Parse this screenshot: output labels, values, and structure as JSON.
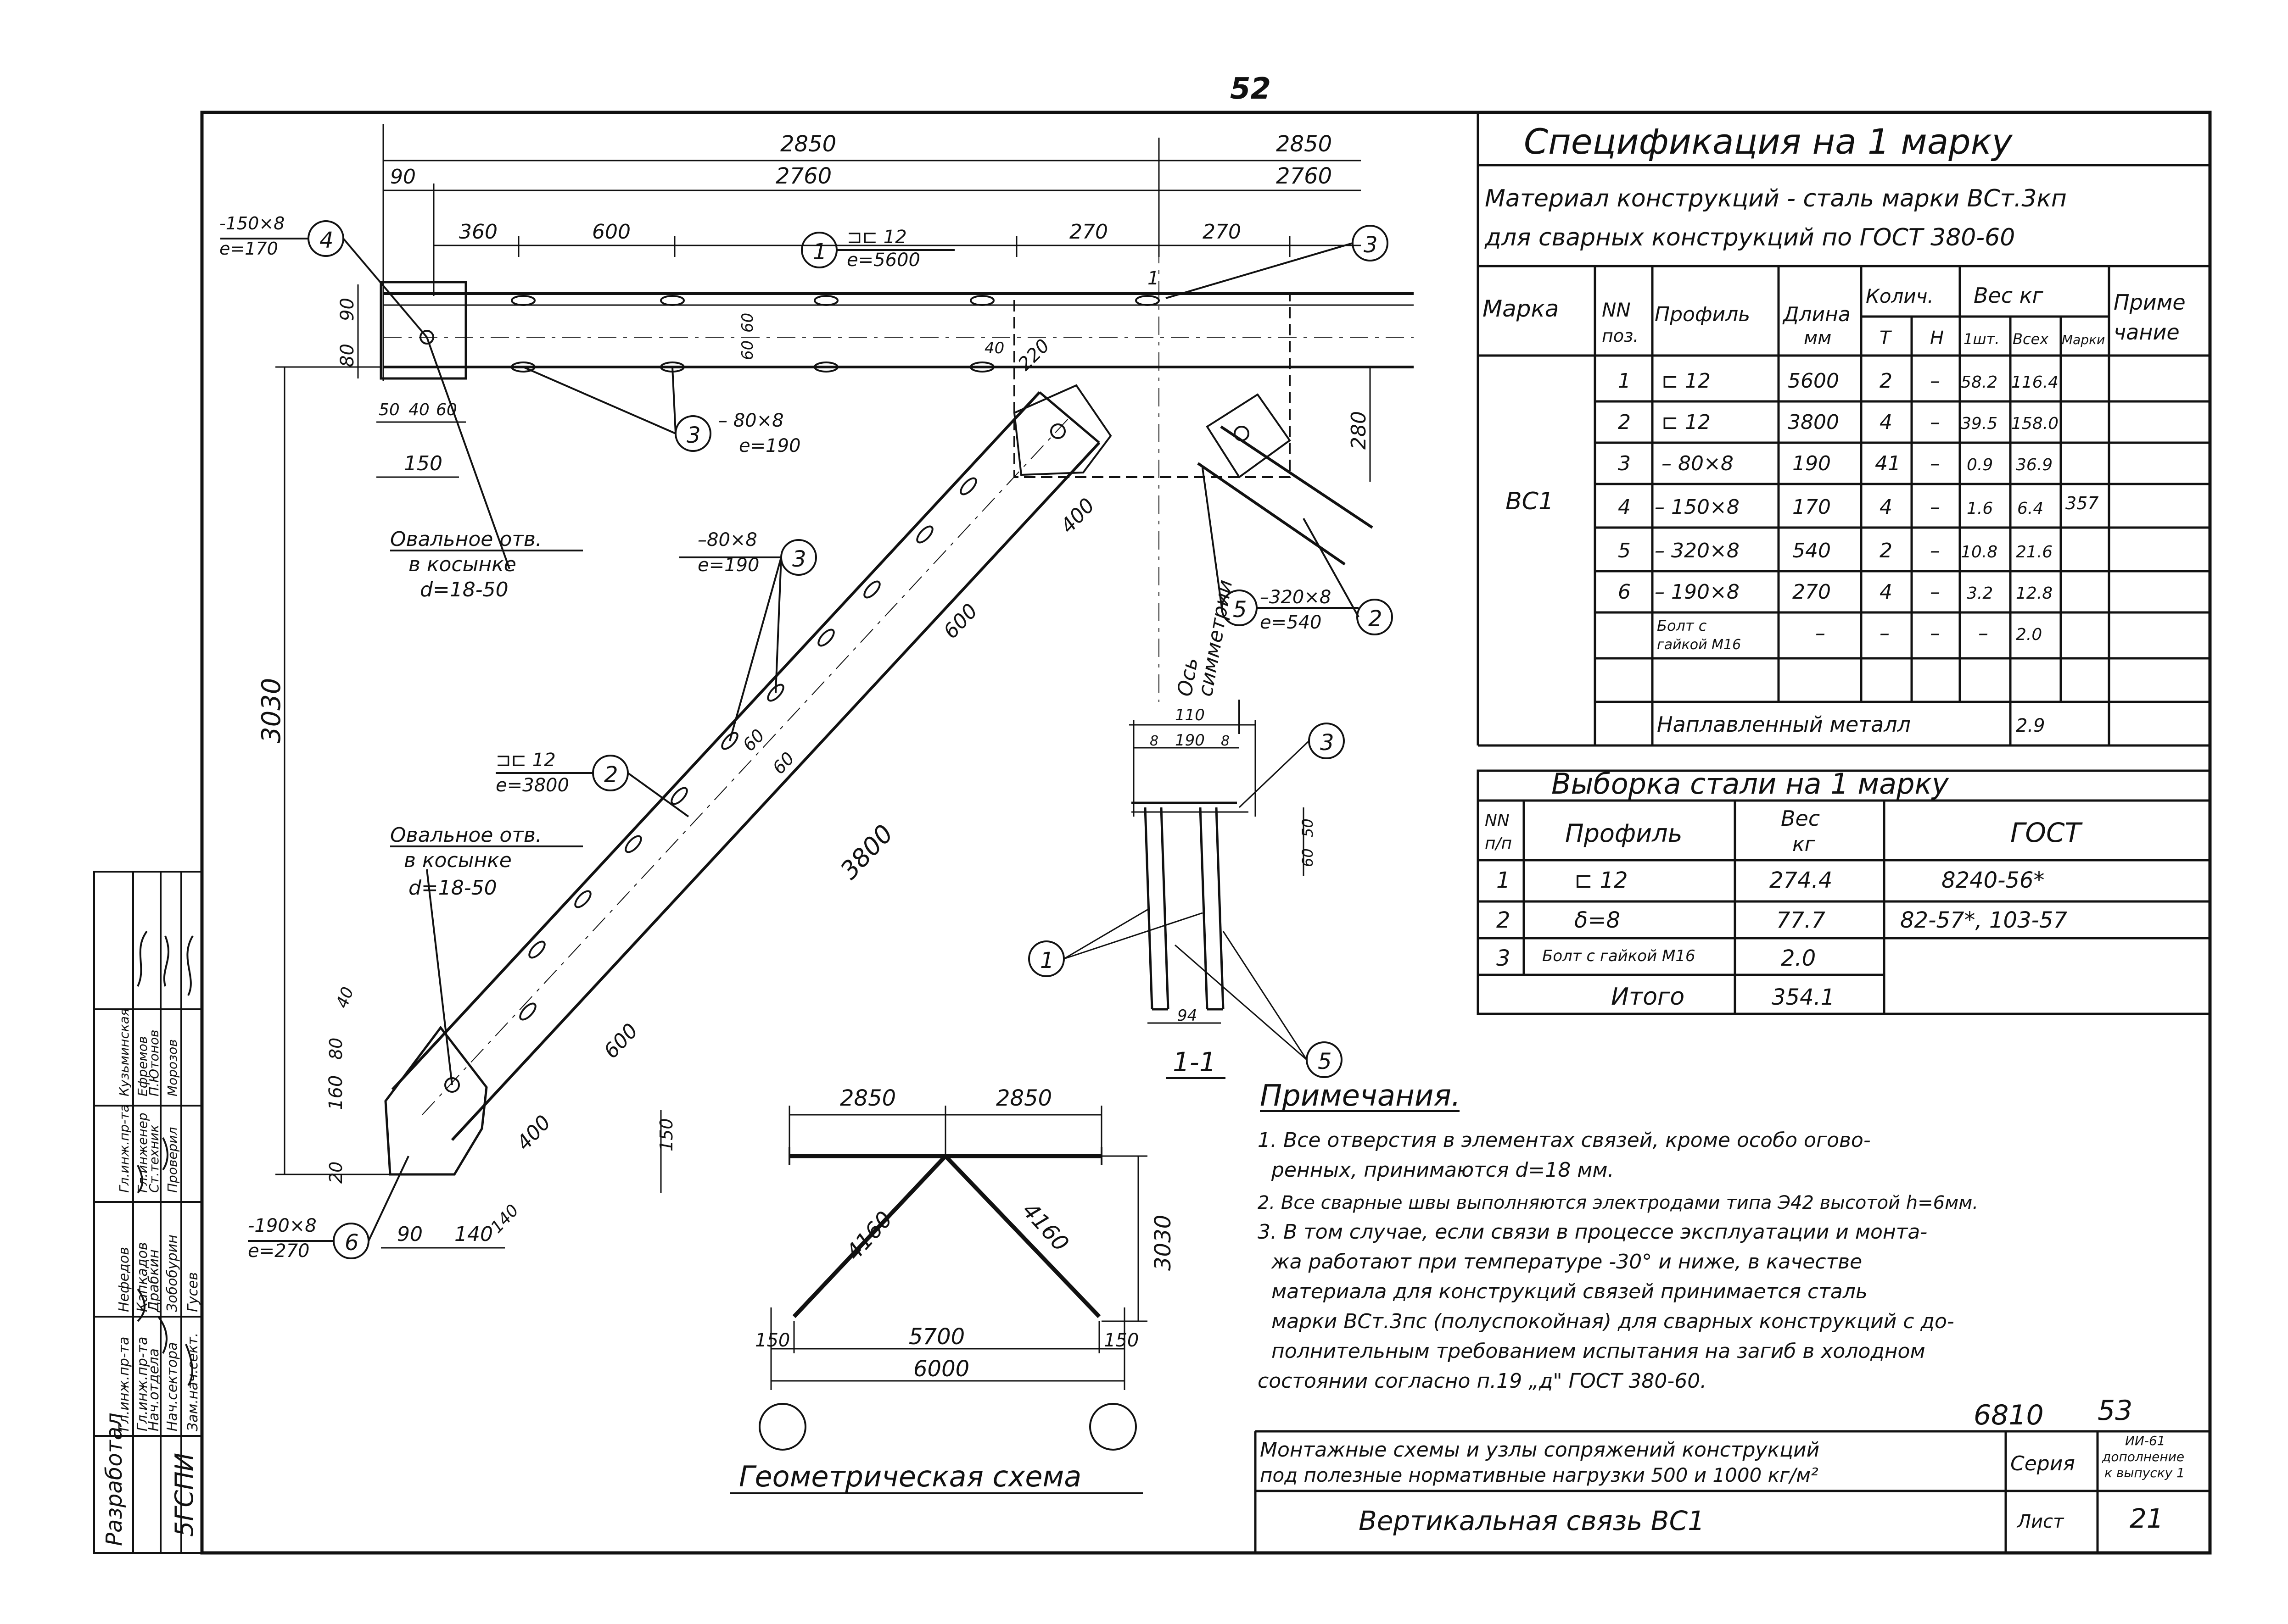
{
  "page_number": "52",
  "spec": {
    "title": "Спецификация на 1 марку",
    "material_line1": "Материал конструкций - сталь марки ВСт.3кп",
    "material_line2": "для сварных конструкций по ГОСТ 380-60",
    "headers": {
      "mark": "Марка",
      "pos": "NN",
      "pos2": "поз.",
      "profile": "Профиль",
      "length": "Длина",
      "length_unit": "мм",
      "qty": "Колич.",
      "qty_t": "Т",
      "qty_n": "Н",
      "weight": "Вес кг",
      "w_one": "1шт.",
      "w_all": "Всех",
      "w_mark": "Марки",
      "note": "Приме",
      "note2": "чание"
    },
    "mark": "ВС1",
    "mark_weight": "357",
    "rows": [
      {
        "pos": "1",
        "profile": "⊏ 12",
        "length": "5600",
        "t": "2",
        "n": "–",
        "one": "58.2",
        "all": "116.4"
      },
      {
        "pos": "2",
        "profile": "⊏ 12",
        "length": "3800",
        "t": "4",
        "n": "–",
        "one": "39.5",
        "all": "158.0"
      },
      {
        "pos": "3",
        "profile": "– 80×8",
        "length": "190",
        "t": "41",
        "n": "–",
        "one": "0.9",
        "all": "36.9"
      },
      {
        "pos": "4",
        "profile": "– 150×8",
        "length": "170",
        "t": "4",
        "n": "–",
        "one": "1.6",
        "all": "6.4"
      },
      {
        "pos": "5",
        "profile": "– 320×8",
        "length": "540",
        "t": "2",
        "n": "–",
        "one": "10.8",
        "all": "21.6"
      },
      {
        "pos": "6",
        "profile": "– 190×8",
        "length": "270",
        "t": "4",
        "n": "–",
        "one": "3.2",
        "all": "12.8"
      }
    ],
    "bolt_line1": "Болт с",
    "bolt_line2": "гайкой М16",
    "bolt_values": {
      "length": "–",
      "t": "–",
      "n": "–",
      "one": "–",
      "all": "2.0"
    },
    "weld_label": "Наплавленный металл",
    "weld_value": "2.9"
  },
  "selection": {
    "title": "Выборка стали на 1 марку",
    "headers": {
      "nn": "NN",
      "nn2": "п/п",
      "profile": "Профиль",
      "weight": "Вес",
      "weight2": "кг",
      "gost": "ГОСТ"
    },
    "rows": [
      {
        "nn": "1",
        "profile": "⊏ 12",
        "weight": "274.4",
        "gost": "8240-56*"
      },
      {
        "nn": "2",
        "profile": "δ=8",
        "weight": "77.7",
        "gost": "82-57*, 103-57"
      },
      {
        "nn": "3",
        "profile": "Болт с гайкой М16",
        "weight": "2.0",
        "gost": ""
      }
    ],
    "total_label": "Итого",
    "total_value": "354.1"
  },
  "notes": {
    "title": "Примечания.",
    "lines": [
      "1. Все отверстия в элементах связей, кроме особо огово-",
      "ренных, принимаются d=18 мм.",
      "2. Все сварные швы выполняются электродами типа Э42 высотой h=6мм.",
      "3. В том случае, если связи в процессе эксплуатации и монта-",
      "жа работают при температуре -30° и ниже, в качестве",
      "материала для конструкций связей принимается сталь",
      "марки ВСт.3пс (полуспокойная) для сварных конструкций с до-",
      "полнительным требованием испытания на загиб в холодном",
      "состоянии согласно п.19 „д\" ГОСТ 380-60."
    ]
  },
  "titleblock": {
    "project_no": "6810",
    "sheet_no_top": "53",
    "desc_line1": "Монтажные схемы и узлы сопряжений конструкций",
    "desc_line2": "под полезные нормативные нагрузки 500 и 1000 кг/м²",
    "series_label": "Серия",
    "series_line1": "ИИ-61",
    "series_line2": "дополнение",
    "series_line3": "к выпуску 1",
    "title": "Вертикальная связь ВС1",
    "sheet_label": "Лист",
    "sheet_no": "21"
  },
  "side_stamp": {
    "org": "5ГСПИ",
    "developed": "Разработал",
    "roles": [
      "Гл.инж.пр-та",
      "Гл.инж.пр-та",
      "Нач.отдела",
      "Нач.сектора",
      "Зам.нач.сект."
    ],
    "names": [
      "Нефедов",
      "Капкадов",
      "Драбкин",
      "Зобобурин",
      "Гусев"
    ],
    "roles2": [
      "Гл.инж.пр-та",
      "Гл.инженер",
      "Ст.техник",
      "Проверил"
    ],
    "names2": [
      "Кузьминская",
      "Ефремов",
      "П.Ютонов",
      "Морозов"
    ]
  },
  "drawing": {
    "dims": {
      "d2850a": "2850",
      "d2850b": "2850",
      "d90": "90",
      "d2760a": "2760",
      "d2760b": "2760",
      "d360": "360",
      "d600a": "600",
      "d270a": "270",
      "d270b": "270",
      "d50": "50",
      "d40": "40",
      "d60": "60",
      "d150": "150",
      "d90v": "90",
      "d80v": "80",
      "d60v": "60",
      "d60v2": "60",
      "d3030": "3030",
      "d220": "220",
      "d280": "280",
      "d400a": "400",
      "d600b": "600",
      "d3800": "3800",
      "d600c": "600",
      "d400b": "400",
      "d60s": "60",
      "d60s2": "60",
      "d150v": "150",
      "d140": "140",
      "d90b": "90",
      "d140b": "140",
      "d40b": "40",
      "d80b": "80",
      "d160": "160",
      "d20": "20",
      "d40c": "40"
    },
    "callouts": {
      "c4_label1": "-150×8",
      "c4_label2": "e=170",
      "c4": "4",
      "c1_label1": "⊐⊏ 12",
      "c1_label2": "e=5600",
      "c1": "1",
      "c3a": "3",
      "c3b_label1": "– 80×8",
      "c3b_label2": "e=190",
      "c3b": "3",
      "c3c_label1": "–80×8",
      "c3c_label2": "e=190",
      "c3c": "3",
      "c5_label1": "–320×8",
      "c5_label2": "e=540",
      "c5": "5",
      "c2b": "2",
      "c2_label1": "⊐⊏ 12",
      "c2_label2": "e=3800",
      "c2": "2",
      "c6_label1": "-190×8",
      "c6_label2": "e=270",
      "c6": "6",
      "oval1_l1": "Овальное отв.",
      "oval1_l2": "в косынке",
      "oval1_l3": "d=18-50",
      "oval2_l1": "Овальное отв.",
      "oval2_l2": "в косынке",
      "oval2_l3": "d=18-50",
      "axis_l1": "Ось",
      "axis_l2": "симметрии",
      "sec_mark": "1"
    },
    "section": {
      "title": "1-1",
      "d110": "110",
      "d8a": "8",
      "d190": "190",
      "d8b": "8",
      "d60": "60",
      "d50": "50",
      "d94": "94",
      "c3": "3",
      "c1": "1",
      "c5": "5"
    },
    "geo": {
      "title": "Геометрическая схема",
      "d2850a": "2850",
      "d2850b": "2850",
      "d4160a": "4160",
      "d4160b": "4160",
      "d3030": "3030",
      "d150a": "150",
      "d5700": "5700",
      "d150b": "150",
      "d6000": "6000"
    }
  }
}
